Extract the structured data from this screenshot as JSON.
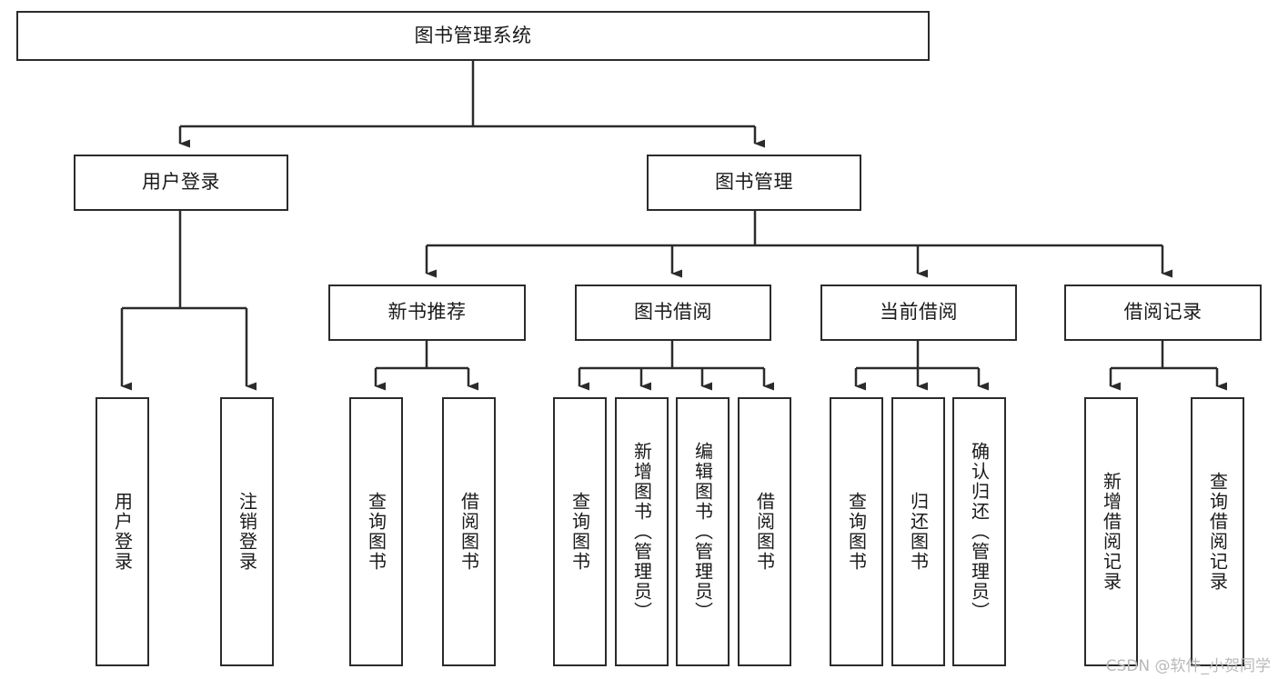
{
  "diagram": {
    "type": "tree-hierarchy",
    "title": "图书管理系统",
    "root": {
      "id": "root",
      "label": "图书管理系统",
      "orientation": "horizontal"
    },
    "level2": [
      {
        "id": "user-login",
        "label": "用户登录",
        "orientation": "horizontal"
      },
      {
        "id": "book-manage",
        "label": "图书管理",
        "orientation": "horizontal"
      }
    ],
    "level3": [
      {
        "id": "new-book-recommend",
        "label": "新书推荐",
        "orientation": "horizontal",
        "parent": "book-manage"
      },
      {
        "id": "book-borrow",
        "label": "图书借阅",
        "orientation": "horizontal",
        "parent": "book-manage"
      },
      {
        "id": "current-borrow",
        "label": "当前借阅",
        "orientation": "horizontal",
        "parent": "book-manage"
      },
      {
        "id": "borrow-record",
        "label": "借阅记录",
        "orientation": "horizontal",
        "parent": "book-manage"
      }
    ],
    "leaves": [
      {
        "id": "leaf-user-login",
        "label": "用户登录",
        "orientation": "vertical",
        "parent": "user-login"
      },
      {
        "id": "leaf-user-logout",
        "label": "注销登录",
        "orientation": "vertical",
        "parent": "user-login"
      },
      {
        "id": "leaf-query-book-1",
        "label": "查询图书",
        "orientation": "vertical",
        "parent": "new-book-recommend"
      },
      {
        "id": "leaf-borrow-book-1",
        "label": "借阅图书",
        "orientation": "vertical",
        "parent": "new-book-recommend"
      },
      {
        "id": "leaf-query-book-2",
        "label": "查询图书",
        "orientation": "vertical",
        "parent": "book-borrow"
      },
      {
        "id": "leaf-add-book",
        "label": "新增图书（管理员）",
        "orientation": "vertical",
        "parent": "book-borrow"
      },
      {
        "id": "leaf-edit-book",
        "label": "编辑图书（管理员）",
        "orientation": "vertical",
        "parent": "book-borrow"
      },
      {
        "id": "leaf-borrow-book-2",
        "label": "借阅图书",
        "orientation": "vertical",
        "parent": "book-borrow"
      },
      {
        "id": "leaf-query-book-3",
        "label": "查询图书",
        "orientation": "vertical",
        "parent": "current-borrow"
      },
      {
        "id": "leaf-return-book",
        "label": "归还图书",
        "orientation": "vertical",
        "parent": "current-borrow"
      },
      {
        "id": "leaf-confirm-return",
        "label": "确认归还（管理员）",
        "orientation": "vertical",
        "parent": "current-borrow"
      },
      {
        "id": "leaf-add-record",
        "label": "新增借阅记录",
        "orientation": "vertical",
        "parent": "borrow-record"
      },
      {
        "id": "leaf-query-record",
        "label": "查询借阅记录",
        "orientation": "vertical",
        "parent": "borrow-record"
      }
    ],
    "colors": {
      "box_border": "#2b2b2b",
      "box_fill": "#ffffff",
      "connector": "#2b2b2b",
      "text": "#1a1a1a",
      "watermark": "#b9b9b9",
      "background": "#ffffff"
    }
  },
  "watermark": {
    "text": "CSDN @软件_小贺同学"
  }
}
